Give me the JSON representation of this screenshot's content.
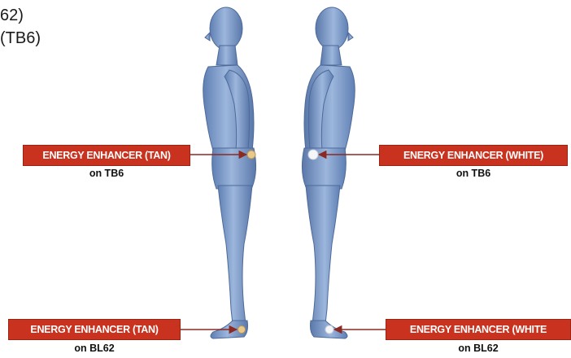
{
  "corner_text": {
    "line1": "62)",
    "line2": "(TB6)"
  },
  "callouts": {
    "left_hip": {
      "label": "ENERGY ENHANCER (TAN)",
      "location": "on TB6"
    },
    "right_hip": {
      "label": "ENERGY ENHANCER (WHITE)",
      "location": "on TB6"
    },
    "left_foot": {
      "label": "ENERGY ENHANCER (TAN)",
      "location": "on BL62"
    },
    "right_foot": {
      "label": "ENERGY ENHANCER (WHITE",
      "location": "on BL62"
    }
  },
  "colors": {
    "label_background": "#c8321e",
    "body": "#7f9dc9",
    "arrow": "#8a2a22",
    "tan_dot": "#e8c98a",
    "white_dot": "#f4f6fa"
  }
}
